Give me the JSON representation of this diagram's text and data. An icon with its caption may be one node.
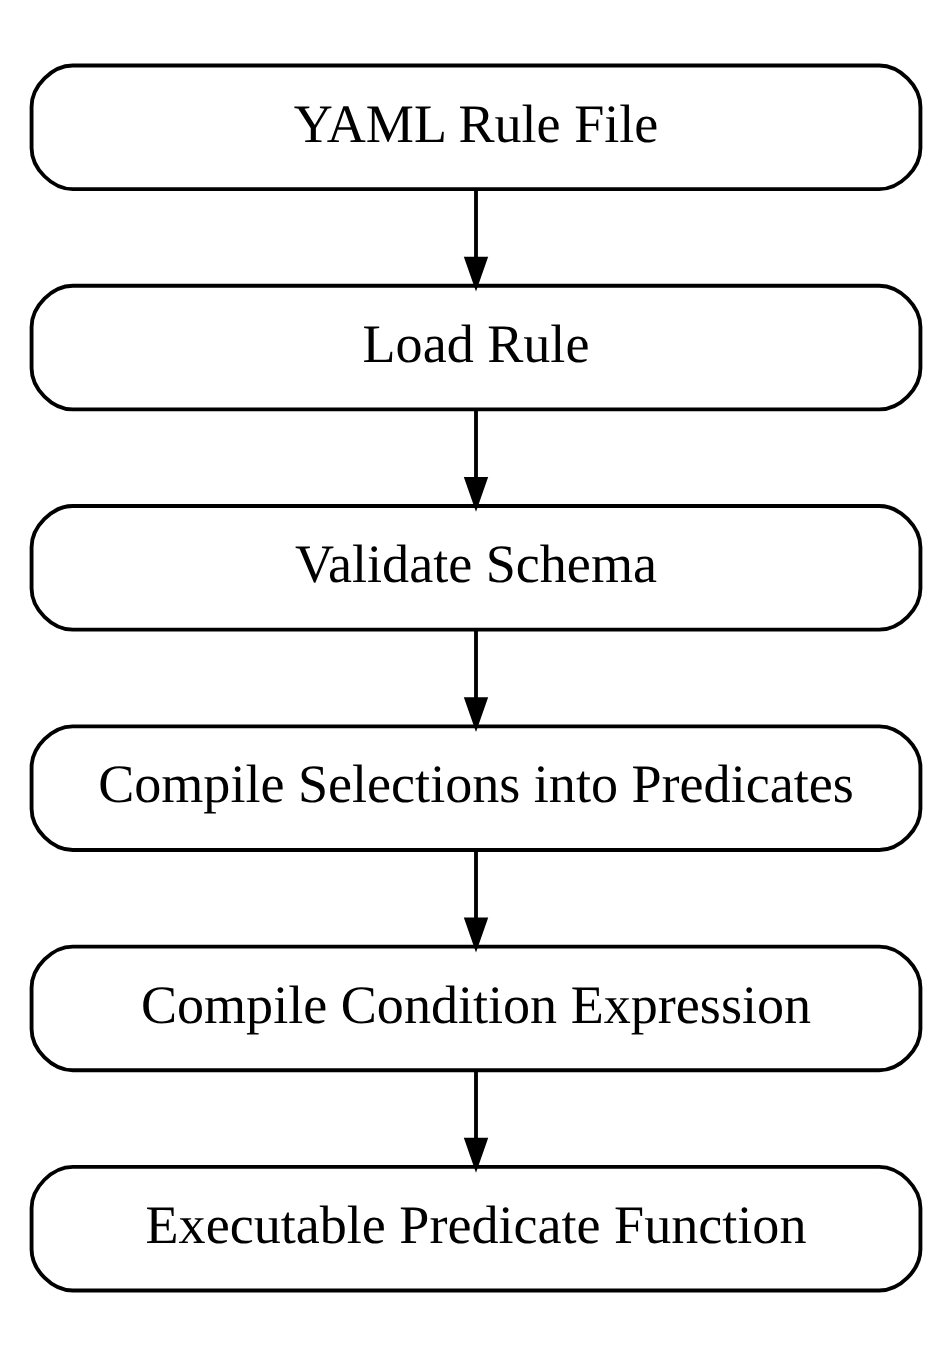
{
  "diagram": {
    "nodes": [
      {
        "text": [
          "YAML Rule File"
        ]
      },
      {
        "text": [
          "Load Rule"
        ]
      },
      {
        "text": [
          "Validate Schema"
        ]
      },
      {
        "text": [
          "Compile Selections into Predicates"
        ]
      },
      {
        "text": [
          "Compile Condition Expression"
        ]
      },
      {
        "text": [
          "Executable Predicate Function"
        ]
      }
    ],
    "edges": [
      {
        "from": 0,
        "to": 1,
        "arrow": "to"
      },
      {
        "from": 1,
        "to": 2,
        "arrow": "to"
      },
      {
        "from": 2,
        "to": 3,
        "arrow": "to"
      },
      {
        "from": 3,
        "to": 4,
        "arrow": "to"
      },
      {
        "from": 4,
        "to": 5,
        "arrow": "to"
      }
    ]
  }
}
